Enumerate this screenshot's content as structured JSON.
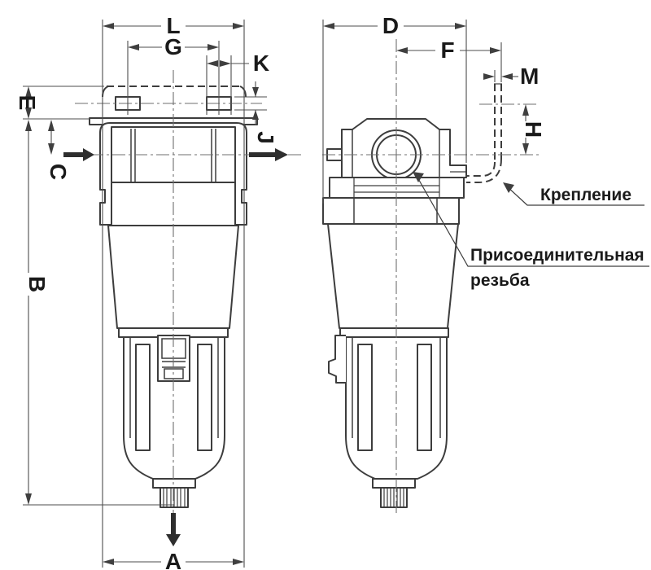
{
  "drawing_title": "",
  "dimensions": {
    "A": "A",
    "B": "B",
    "C": "C",
    "D": "D",
    "E": "E",
    "F": "F",
    "G": "G",
    "H": "H",
    "J": "J",
    "K": "K",
    "L": "L",
    "M": "M"
  },
  "annotations": {
    "bracket": "Крепление",
    "thread_line1": "Присоединительная",
    "thread_line2": "резьба"
  },
  "colors": {
    "outline": "#3d3d3d",
    "dimension_line": "#4d4d4d",
    "centerline": "#6f6f6f",
    "text": "#1a1a1a",
    "background": "#ffffff"
  }
}
